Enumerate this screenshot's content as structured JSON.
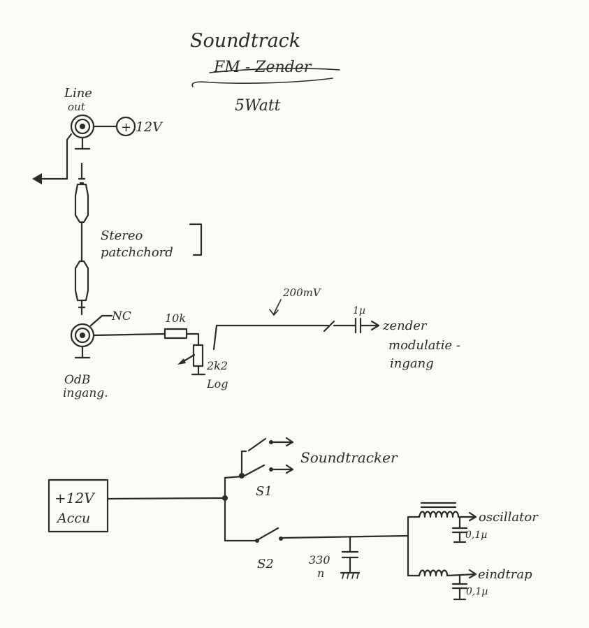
{
  "title": {
    "line1": "Soundtrack",
    "line2": "FM - Zender",
    "line3": "5Watt"
  },
  "labels": {
    "line_out_1": "Line",
    "line_out_2": "out",
    "plus": "+",
    "supply_top": "12V",
    "patch_1": "Stereo",
    "patch_2": "patchchord",
    "nc": "NC",
    "r1": "10k",
    "pot_1": "2k2",
    "pot_2": "Log",
    "input_1": "OdB",
    "input_2": "ingang.",
    "level": "200mV",
    "cap": "1µ",
    "out_1": "zender",
    "out_2": "modulatie -",
    "out_3": "ingang",
    "soundtracker": "Soundtracker",
    "s1": "S1",
    "s2": "S2",
    "battery_1": "+12V",
    "battery_2": "Accu",
    "cap330_1": "330",
    "cap330_2": "n",
    "osc": "oscillator",
    "osc_cap": "0,1µ",
    "final": "eindtrap",
    "final_cap": "0,1µ"
  }
}
